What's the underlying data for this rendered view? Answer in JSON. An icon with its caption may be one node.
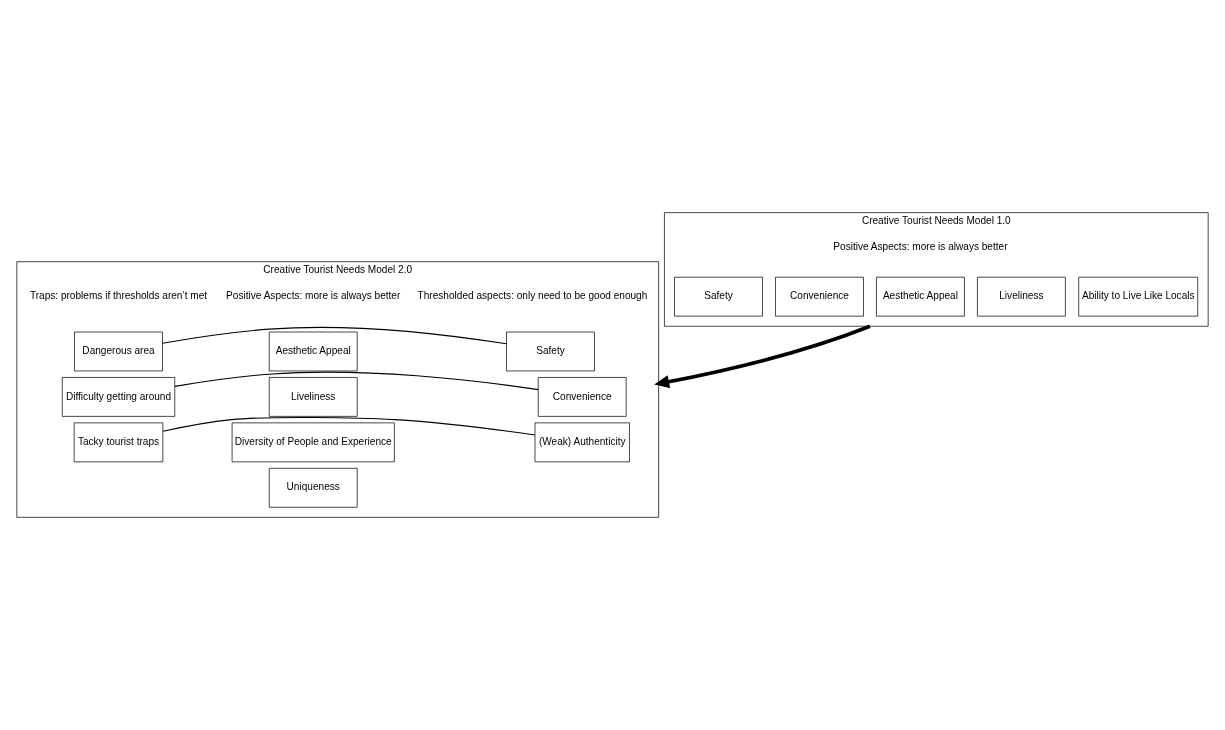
{
  "diagram": {
    "nodes": [
      {
        "text": [
          "Creative Tourist Needs Model 1.0"
        ]
      },
      {
        "text": [
          "Safety"
        ],
        "in": 0
      },
      {
        "text": [
          "Convenience"
        ],
        "in": 0
      },
      {
        "text": [
          "Aesthetic Appeal"
        ],
        "in": 0
      },
      {
        "text": [
          "Liveliness"
        ],
        "in": 0
      },
      {
        "text": [
          "Ability to Live Like Locals"
        ],
        "in": 0
      },
      {
        "text": [
          "Creative Tourist Needs Model 2.0"
        ]
      },
      {
        "text": [
          "Aesthetic Appeal"
        ],
        "in": 6
      },
      {
        "text": [
          "Liveliness"
        ],
        "in": 6
      },
      {
        "text": [
          "Diversity of People and Experience"
        ],
        "in": 6
      },
      {
        "text": [
          "Uniqueness"
        ],
        "in": 6
      },
      {
        "text": [
          "Safety"
        ],
        "in": 6
      },
      {
        "text": [
          "Convenience"
        ],
        "in": 6
      },
      {
        "text": [
          "(Weak) Authenticity"
        ],
        "in": 6
      },
      {
        "text": [
          "Dangerous area"
        ],
        "in": 6
      },
      {
        "text": [
          "Difficulty getting around"
        ],
        "in": 6
      },
      {
        "text": [
          "Tacky tourist traps"
        ],
        "in": 6
      }
    ],
    "edges": [
      {
        "from": 0,
        "to": 6,
        "arrow": "to",
        "style": "thick"
      },
      {
        "from": 11,
        "to": 14,
        "arrow": "none"
      },
      {
        "from": 12,
        "to": 15,
        "arrow": "none"
      },
      {
        "from": 13,
        "to": 16,
        "arrow": "none"
      }
    ],
    "labels": [
      "Positive Aspects: more is always better",
      "Positive Aspects: more is always better",
      "Thresholded aspects: only need to be good enough",
      "Traps: problems if thresholds aren’t met"
    ]
  }
}
